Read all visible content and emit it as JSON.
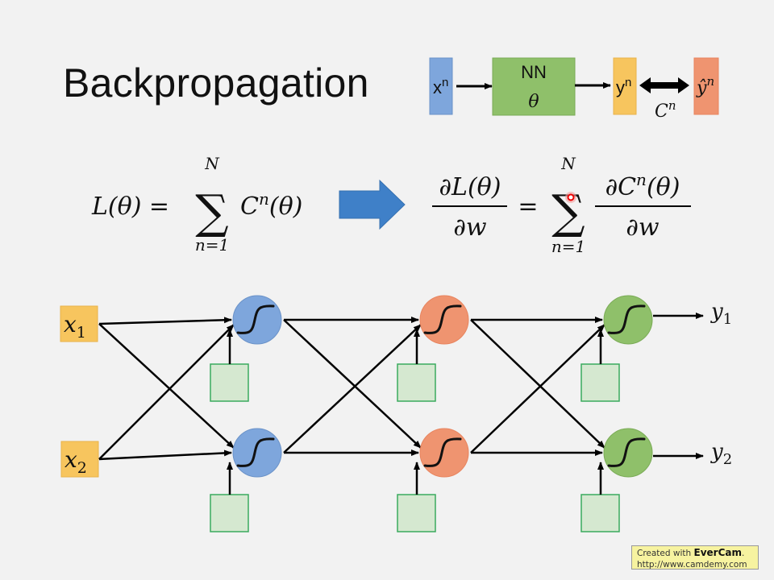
{
  "slide": {
    "title": "Backpropagation"
  },
  "top_diagram": {
    "input_label": "x",
    "input_sup": "n",
    "nn_label": "NN",
    "nn_param": "θ",
    "output_label": "y",
    "output_sup": "n",
    "target_label": "ŷ",
    "target_sup": "n",
    "cost_label": "C",
    "cost_sup": "n",
    "colors": {
      "input": "#7ea6dc",
      "nn": "#8fc06a",
      "output": "#f7c55e",
      "target": "#ef9470"
    }
  },
  "equation_left": {
    "lhs": "L(θ) =",
    "sum_upper": "N",
    "sum_lower": "n=1",
    "term": "C",
    "term_sup": "n",
    "term_arg": "(θ)"
  },
  "equation_right": {
    "num": "∂L(θ)",
    "den": "∂w",
    "equals": "=",
    "sum_upper": "N",
    "sum_lower": "n=1",
    "term_num": "∂C",
    "term_sup": "n",
    "term_arg": "(θ)",
    "term_den": "∂w"
  },
  "network": {
    "inputs": [
      {
        "name": "x",
        "sub": "1"
      },
      {
        "name": "x",
        "sub": "2"
      }
    ],
    "outputs": [
      {
        "name": "y",
        "sub": "1"
      },
      {
        "name": "y",
        "sub": "2"
      }
    ],
    "layers": [
      {
        "color": "#7ea6dc",
        "stroke": "#6a92c8"
      },
      {
        "color": "#ef9470",
        "stroke": "#e8845e"
      },
      {
        "color": "#8fc06a",
        "stroke": "#7aab56"
      }
    ],
    "bias_color": "#d5e8d0",
    "bias_stroke": "#3aaa5e",
    "input_color": "#f7c55e"
  },
  "watermark": {
    "prefix": "Created with ",
    "brand": "EverCam",
    "suffix": ".",
    "url": "http://www.camdemy.com"
  }
}
